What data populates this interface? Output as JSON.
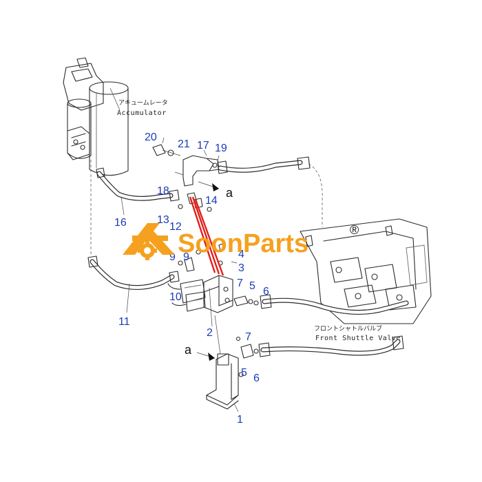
{
  "diagram": {
    "notes": {
      "accumulator_jp": "アキュームレータ",
      "accumulator_en": "Accumulator",
      "valve_jp": "フロントシャトルバルブ",
      "valve_en": "Front Shuttle Valve"
    },
    "arrow_labels": {
      "top": "a",
      "bottom": "a"
    },
    "part_numbers": {
      "p1": "1",
      "p2": "2",
      "p3": "3",
      "p4": "4",
      "p5a": "5",
      "p5b": "5",
      "p6a": "6",
      "p6b": "6",
      "p7a": "7",
      "p7b": "7",
      "p9": "9",
      "p9b": "9",
      "p10": "10",
      "p11": "11",
      "p12": "12",
      "p13": "13",
      "p14": "14",
      "p16": "16",
      "p17": "17",
      "p18": "18",
      "p19": "19",
      "p20": "20",
      "p21": "21"
    },
    "highlight_color": "#e0201b",
    "label_color": "#1a3bb5"
  },
  "watermark": {
    "brand": "SoonParts",
    "registered": "®",
    "color": "#f5a11f"
  }
}
